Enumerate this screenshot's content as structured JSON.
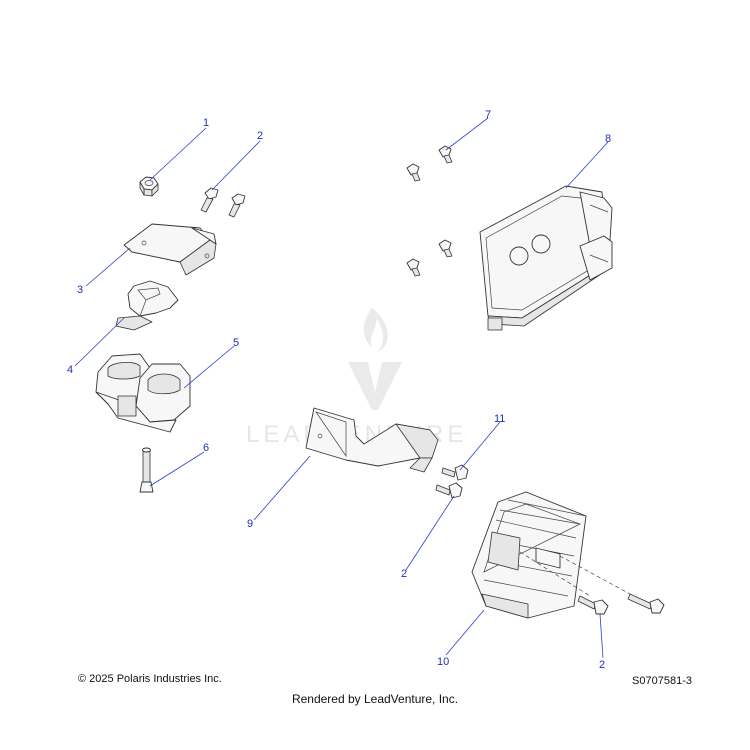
{
  "watermark": {
    "text": "LEADVENTURE"
  },
  "callouts": [
    {
      "id": "c1",
      "label": "1"
    },
    {
      "id": "c2a",
      "label": "2"
    },
    {
      "id": "c3",
      "label": "3"
    },
    {
      "id": "c4",
      "label": "4"
    },
    {
      "id": "c5",
      "label": "5"
    },
    {
      "id": "c6",
      "label": "6"
    },
    {
      "id": "c7",
      "label": "7"
    },
    {
      "id": "c8",
      "label": "8"
    },
    {
      "id": "c9",
      "label": "9"
    },
    {
      "id": "c11",
      "label": "11"
    },
    {
      "id": "c2b",
      "label": "2"
    },
    {
      "id": "c10",
      "label": "10"
    },
    {
      "id": "c2c",
      "label": "2"
    }
  ],
  "footer": {
    "copyright": "© 2025 Polaris Industries Inc.",
    "figure_id": "S0707581-3",
    "rendered_by": "Rendered by LeadVenture, Inc."
  }
}
